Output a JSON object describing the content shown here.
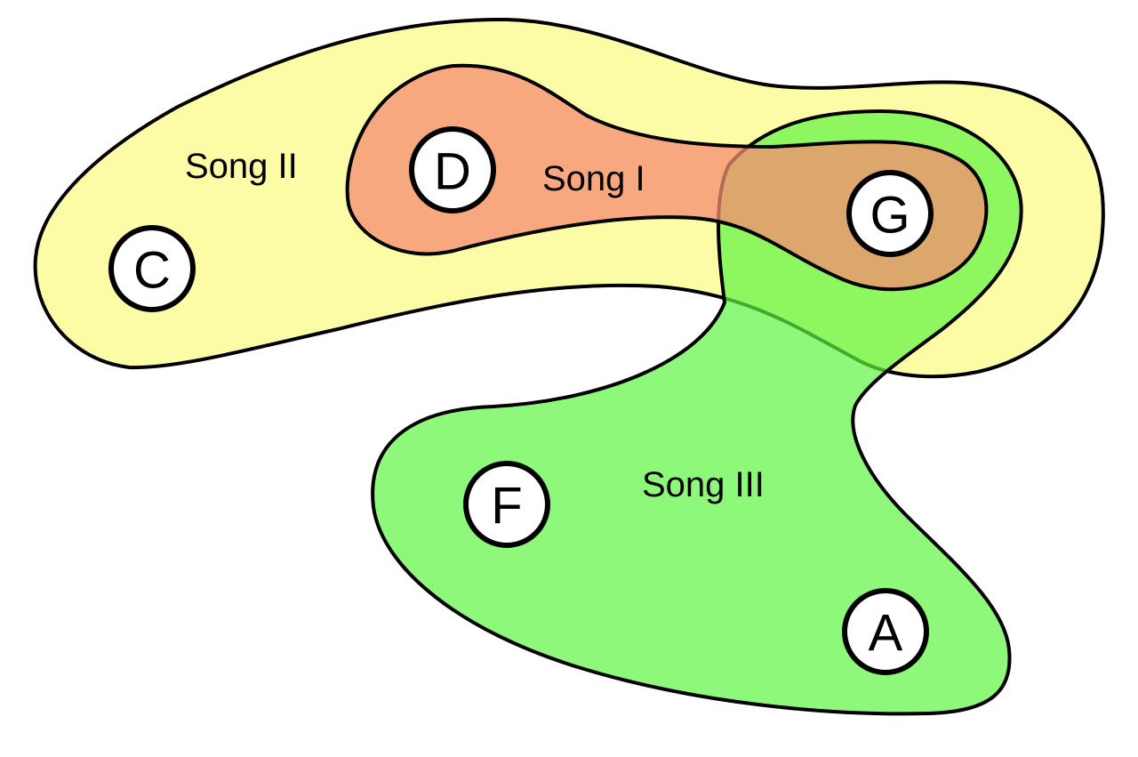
{
  "sets": [
    {
      "id": "song-ii",
      "label": "Song II",
      "color": "#fdfca6"
    },
    {
      "id": "song-i",
      "label": "Song I",
      "color": "#f59c84"
    },
    {
      "id": "song-iii",
      "label": "Song III",
      "color": "#5ef542"
    }
  ],
  "nodes": [
    {
      "id": "c",
      "label": "C"
    },
    {
      "id": "d",
      "label": "D"
    },
    {
      "id": "g",
      "label": "G"
    },
    {
      "id": "f",
      "label": "F"
    },
    {
      "id": "a",
      "label": "A"
    }
  ],
  "colors": {
    "outline": "#000000",
    "node_fill": "#ffffff"
  }
}
